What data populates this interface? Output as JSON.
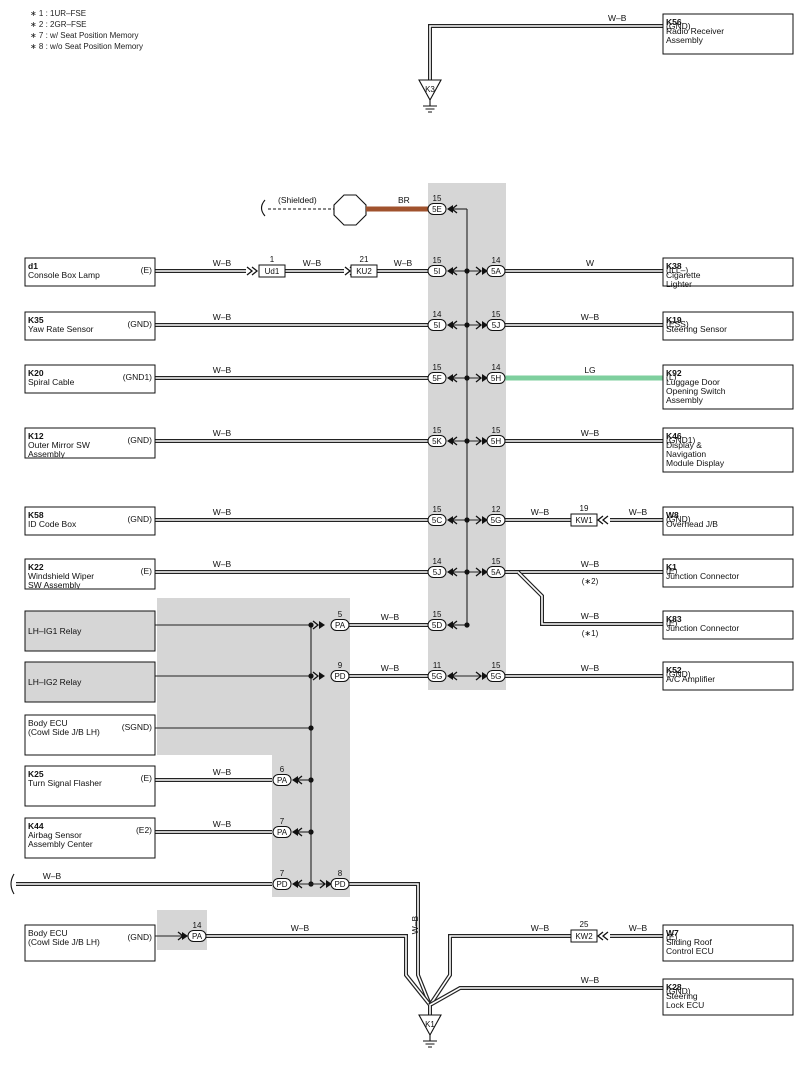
{
  "notes": [
    "∗ 1 : 1UR–FSE",
    "∗ 2 : 2GR–FSE",
    "∗ 7 : w/ Seat Position Memory",
    "∗ 8 : w/o Seat Position Memory"
  ],
  "colors": {
    "shade": "#d6d6d6",
    "wire": "#222222",
    "brown": "#a0522d",
    "lightgreen": "#7ecf9e"
  },
  "shielded": {
    "label": "(Shielded)",
    "wire": "BR",
    "pin": "15",
    "conn": "5E"
  },
  "top_ground": {
    "code": "K3",
    "wire": "W–B",
    "device_code": "K56",
    "device_name": [
      "Radio Receiver",
      "Assembly"
    ],
    "terminal": "(GND)"
  },
  "bottom_ground": {
    "code": "K1"
  },
  "left_devices": [
    {
      "code": "d1",
      "name": [
        "Console Box Lamp"
      ],
      "terminal": "(E)"
    },
    {
      "code": "K35",
      "name": [
        "Yaw Rate Sensor"
      ],
      "terminal": "(GND)"
    },
    {
      "code": "K20",
      "name": [
        "Spiral Cable"
      ],
      "terminal": "(GND1)"
    },
    {
      "code": "K12",
      "name": [
        "Outer Mirror SW",
        "Assembly"
      ],
      "terminal": "(GND)"
    },
    {
      "code": "K58",
      "name": [
        "ID Code Box"
      ],
      "terminal": "(GND)"
    },
    {
      "code": "K22",
      "name": [
        "Windshield Wiper",
        "SW Assembly"
      ],
      "terminal": "(E)"
    },
    {
      "code": "",
      "name": [
        "LH–IG1 Relay"
      ],
      "terminal": ""
    },
    {
      "code": "",
      "name": [
        "LH–IG2 Relay"
      ],
      "terminal": ""
    },
    {
      "code": "",
      "name": [
        "Body ECU",
        "(Cowl Side J/B LH)"
      ],
      "terminal": "(SGND)"
    },
    {
      "code": "K25",
      "name": [
        "Turn Signal Flasher"
      ],
      "terminal": "(E)"
    },
    {
      "code": "K44",
      "name": [
        "Airbag Sensor",
        "Assembly Center"
      ],
      "terminal": "(E2)"
    },
    {
      "code": "",
      "name": [
        "Body ECU",
        "(Cowl Side J/B LH)"
      ],
      "terminal": "(GND)"
    }
  ],
  "right_devices": [
    {
      "code": "K38",
      "name": [
        "Cigarette",
        "Lighter"
      ],
      "terminal": "(ILL–)"
    },
    {
      "code": "K19",
      "name": [
        "Steering Sensor"
      ],
      "terminal": "(ESS)"
    },
    {
      "code": "K92",
      "name": [
        "Luggage Door",
        "Opening Switch",
        "Assembly"
      ],
      "terminal": "(L)"
    },
    {
      "code": "K46",
      "name": [
        "Display &",
        "Navigation",
        "Module Display"
      ],
      "terminal": "(GND1)"
    },
    {
      "code": "W8",
      "name": [
        "Overhead J/B"
      ],
      "terminal": "(GND)"
    },
    {
      "code": "K1",
      "name": [
        "Junction Connector"
      ],
      "terminal": "(E)"
    },
    {
      "code": "K83",
      "name": [
        "Junction Connector"
      ],
      "terminal": "(E)"
    },
    {
      "code": "K52",
      "name": [
        "A/C Amplifier"
      ],
      "terminal": "(GND)"
    },
    {
      "code": "W7",
      "name": [
        "Sliding Roof",
        "Control ECU"
      ],
      "terminal": "(E)"
    },
    {
      "code": "K28",
      "name": [
        "Steering",
        "Lock ECU"
      ],
      "terminal": "(GND)"
    }
  ],
  "jb_left": [
    {
      "pin": "15",
      "conn": "5I"
    },
    {
      "pin": "14",
      "conn": "5I"
    },
    {
      "pin": "15",
      "conn": "5F"
    },
    {
      "pin": "15",
      "conn": "5K"
    },
    {
      "pin": "15",
      "conn": "5C"
    },
    {
      "pin": "14",
      "conn": "5J"
    },
    {
      "pin": "15",
      "conn": "5D"
    },
    {
      "pin": "11",
      "conn": "5G"
    }
  ],
  "jb_right": [
    {
      "pin": "14",
      "conn": "5A"
    },
    {
      "pin": "15",
      "conn": "5J"
    },
    {
      "pin": "14",
      "conn": "5H"
    },
    {
      "pin": "15",
      "conn": "5H"
    },
    {
      "pin": "12",
      "conn": "5G"
    },
    {
      "pin": "15",
      "conn": "5A"
    },
    {
      "pin": "15",
      "conn": "5G"
    }
  ],
  "left_wires": [
    "W–B",
    "W–B",
    "W–B",
    "W–B",
    "W–B",
    "W–B",
    "W–B",
    "W–B",
    "W–B",
    "W–B",
    "W–B",
    "W–B"
  ],
  "right_wires": [
    "W",
    "W–B",
    "LG",
    "W–B",
    "W–B",
    "W–B",
    "W–B",
    "W–B",
    "W–B",
    "W–B"
  ],
  "inline_connectors": [
    {
      "pin": "1",
      "conn": "Ud1"
    },
    {
      "pin": "21",
      "conn": "KU2"
    },
    {
      "pin": "19",
      "conn": "KW1"
    },
    {
      "pin": "25",
      "conn": "KW2"
    }
  ],
  "pa_pd": [
    {
      "pin": "5",
      "conn": "PA"
    },
    {
      "pin": "9",
      "conn": "PD"
    },
    {
      "pin": "6",
      "conn": "PA"
    },
    {
      "pin": "7",
      "conn": "PA"
    },
    {
      "pin": "7",
      "conn": "PD"
    },
    {
      "pin": "8",
      "conn": "PD"
    },
    {
      "pin": "14",
      "conn": "PA"
    }
  ],
  "variant_labels": [
    "(∗2)",
    "(∗1)"
  ],
  "misc_wires": {
    "pd_left": "W–B",
    "vertical": "W–B",
    "body_ecu_gnd": "W–B",
    "w7": "W–B",
    "w7_right": "W–B",
    "k28": "W–B",
    "k1_wire": "W–B",
    "k83_wire": "W–B"
  }
}
